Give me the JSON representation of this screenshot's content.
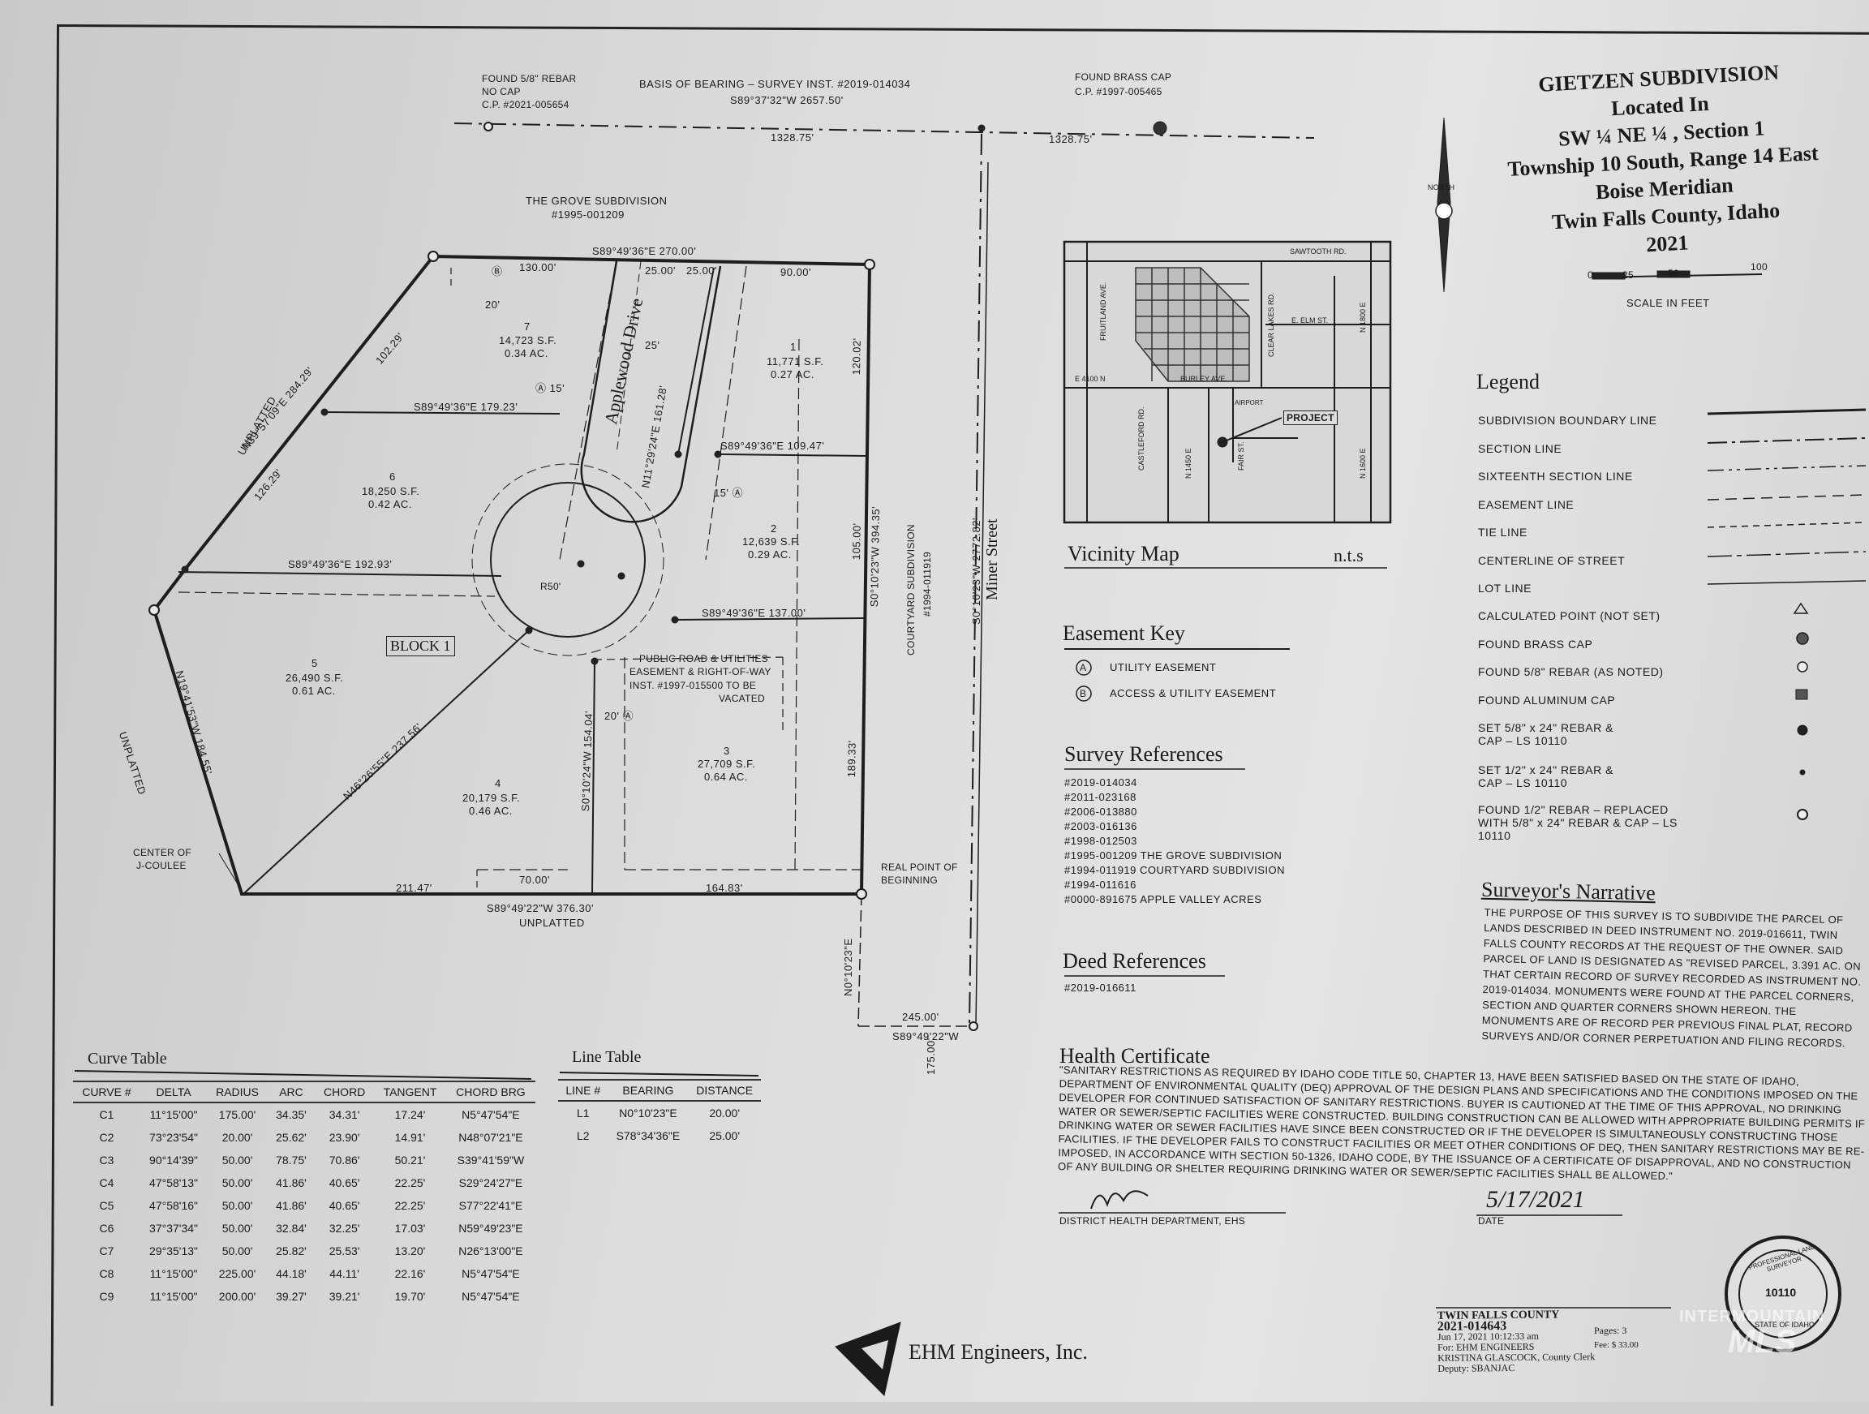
{
  "title": {
    "name": "GIETZEN SUBDIVISION",
    "located_in": "Located In",
    "location_line": "SW ¼ NE ¼ , Section 1",
    "township": "Township 10 South, Range 14 East",
    "meridian": "Boise Meridian",
    "county": "Twin Falls County, Idaho",
    "year": "2021"
  },
  "scale": {
    "label": "SCALE IN FEET",
    "ticks": [
      "0",
      "25",
      "50",
      "100"
    ]
  },
  "north_label": "NORTH",
  "plat_labels": {
    "found_rebar_top": "FOUND 5/8\" REBAR",
    "no_cap": "NO CAP",
    "cp_left": "C.P. #2021-005654",
    "basis_bearing": "BASIS OF BEARING – SURVEY INST. #2019-014034",
    "basis_value": "S89°37'32\"W  2657.50'",
    "found_brass_cap": "FOUND BRASS CAP",
    "cp_right": "C.P. #1997-005465",
    "dist_left": "1328.75'",
    "dist_right": "1328.75'",
    "grove_sub": "THE GROVE SUBDIVISION",
    "grove_inst": "#1995-001209",
    "top_bearing": "S89°49'36\"E 270.00'",
    "d130": "130.00'",
    "d25a": "25.00'",
    "d25b": "25.00'",
    "d90": "90.00'",
    "lot7": "7",
    "lot7_sf": "14,723 S.F.",
    "lot7_ac": "0.34 AC.",
    "lot1": "1",
    "lot1_sf": "11,771 S.F.",
    "lot1_ac": "0.27 AC.",
    "lot6": "6",
    "lot6_sf": "18,250 S.F.",
    "lot6_ac": "0.42 AC.",
    "lot2": "2",
    "lot2_sf": "12,639 S.F.",
    "lot2_ac": "0.29 AC.",
    "lot5": "5",
    "lot5_sf": "26,490 S.F.",
    "lot5_ac": "0.61 AC.",
    "lot4": "4",
    "lot4_sf": "20,179 S.F.",
    "lot4_ac": "0.46 AC.",
    "lot3": "3",
    "lot3_sf": "27,709 S.F.",
    "lot3_ac": "0.64 AC.",
    "block": "BLOCK 1",
    "street": "Applewood Drive",
    "street_bearing": "N11°29'24\"E 161.28'",
    "b179": "S89°49'36\"E 179.23'",
    "b109": "S89°49'36\"E 109.47'",
    "b192": "S89°49'36\"E 192.93'",
    "b137": "S89°49'36\"E 137.00'",
    "diag_top": "N39°57'09\"E 284.29'",
    "diag_top_a": "102.29'",
    "diag_top_b": "126.29'",
    "unplatted_left": "UNPLATTED",
    "unplatted_left2": "UNPLATTED",
    "unplatted_bottom": "UNPLATTED",
    "west_line": "N19°41'53\"W 184.55'",
    "lot45_line": "N46°26'55\"E 237.56'",
    "bottom_bearing": "S89°49'22\"W 376.30'",
    "d211": "211.47'",
    "d70": "70.00'",
    "d164": "164.83'",
    "lot34_line": "S0°10'24\"W 154.04'",
    "east_line": "S0°10'23\"W 394.35'",
    "d105": "105.00'",
    "d189": "189.33'",
    "d120": "120.02'",
    "courtyard": "COURTYARD SUBDIVISION",
    "courtyard_inst": "#1994-011919",
    "miner": "Miner Street",
    "miner_bearing": "S0°10'23\"W  2772.82'",
    "public_road": "PUBLIC ROAD & UTILITIES",
    "public_road2": "EASEMENT & RIGHT-OF-WAY",
    "public_road3": "INST. #1997-015500 TO BE",
    "public_road4": "VACATED",
    "r50": "R50'",
    "center_coulee": "CENTER OF",
    "center_coulee2": "J-COULEE",
    "real_pob": "REAL POINT OF",
    "real_pob2": "BEGINNING",
    "south_tie": "N0°10'23\"E",
    "south_tie_d": "175.00'",
    "d245": "245.00'",
    "b245": "S89°49'22\"W",
    "d15": "15'",
    "d20": "20'",
    "d25": "25'"
  },
  "vicinity": {
    "title": "Vicinity Map",
    "nts": "n.t.s",
    "project": "PROJECT",
    "roads": [
      "SAWTOOTH RD.",
      "E 4100 N",
      "BURLEY AVE.",
      "FRUITLAND AVE.",
      "CLEAR LAKES RD.",
      "E. ELM ST.",
      "CASTLEFORD RD.",
      "N 1450 E",
      "N 1800 E",
      "FAIR ST.",
      "N 1600 E",
      "AIRPORT"
    ]
  },
  "easement_key": {
    "title": "Easement Key",
    "items": [
      {
        "symbol": "A",
        "label": "UTILITY EASEMENT"
      },
      {
        "symbol": "B",
        "label": "ACCESS & UTILITY EASEMENT"
      }
    ]
  },
  "survey_refs": {
    "title": "Survey References",
    "items": [
      "#2019-014034",
      "#2011-023168",
      "#2006-013880",
      "#2003-016136",
      "#1998-012503",
      "#1995-001209 THE GROVE SUBDIVISION",
      "#1994-011919 COURTYARD SUBDIVISION",
      "#1994-011616",
      "#0000-891675 APPLE VALLEY ACRES"
    ]
  },
  "deed_refs": {
    "title": "Deed References",
    "items": [
      "#2019-016611"
    ]
  },
  "legend": {
    "title": "Legend",
    "items": [
      "SUBDIVISION BOUNDARY LINE",
      "SECTION LINE",
      "SIXTEENTH SECTION LINE",
      "EASEMENT LINE",
      "TIE LINE",
      "CENTERLINE OF STREET",
      "LOT LINE",
      "CALCULATED POINT (NOT SET)",
      "FOUND BRASS CAP",
      "FOUND 5/8\" REBAR (AS NOTED)",
      "FOUND ALUMINUM CAP",
      "SET 5/8\" x 24\" REBAR & CAP – LS 10110",
      "SET 1/2\" x 24\" REBAR & CAP – LS 10110",
      "FOUND 1/2\" REBAR – REPLACED WITH 5/8\" x 24\" REBAR & CAP – LS 10110"
    ]
  },
  "narrative": {
    "title": "Surveyor's Narrative",
    "text": "THE PURPOSE OF THIS SURVEY IS TO SUBDIVIDE THE PARCEL OF LANDS DESCRIBED IN DEED INSTRUMENT NO. 2019-016611, TWIN FALLS COUNTY RECORDS AT THE REQUEST OF THE OWNER. SAID PARCEL OF LAND IS DESIGNATED AS \"REVISED PARCEL, 3.391 AC. ON THAT CERTAIN RECORD OF SURVEY RECORDED AS INSTRUMENT NO. 2019-014034. MONUMENTS WERE FOUND AT THE PARCEL CORNERS, SECTION AND QUARTER CORNERS SHOWN HEREON. THE MONUMENTS ARE OF RECORD PER PREVIOUS FINAL PLAT, RECORD SURVEYS AND/OR CORNER PERPETUATION AND FILING RECORDS."
  },
  "health": {
    "title": "Health Certificate",
    "text": "\"SANITARY RESTRICTIONS AS REQUIRED BY IDAHO CODE TITLE 50, CHAPTER 13, HAVE BEEN SATISFIED BASED ON THE STATE OF IDAHO, DEPARTMENT OF ENVIRONMENTAL QUALITY (DEQ) APPROVAL OF THE DESIGN PLANS AND SPECIFICATIONS AND THE CONDITIONS IMPOSED ON THE DEVELOPER FOR CONTINUED SATISFACTION OF SANITARY RESTRICTIONS. BUYER IS CAUTIONED AT THE TIME OF THIS APPROVAL, NO DRINKING WATER OR SEWER/SEPTIC FACILITIES WERE CONSTRUCTED. BUILDING CONSTRUCTION CAN BE ALLOWED WITH APPROPRIATE BUILDING PERMITS IF DRINKING WATER OR SEWER FACILITIES HAVE SINCE BEEN CONSTRUCTED OR IF THE DEVELOPER IS SIMULTANEOUSLY CONSTRUCTING THOSE FACILITIES. IF THE DEVELOPER FAILS TO CONSTRUCT FACILITIES OR MEET OTHER CONDITIONS OF DEQ, THEN SANITARY RESTRICTIONS MAY BE RE-IMPOSED, IN ACCORDANCE WITH SECTION 50-1326, IDAHO CODE, BY THE ISSUANCE OF A CERTIFICATE OF DISAPPROVAL, AND NO CONSTRUCTION OF ANY BUILDING OR SHELTER REQUIRING DRINKING WATER OR SEWER/SEPTIC FACILITIES SHALL BE ALLOWED.\"",
    "dept_label": "DISTRICT HEALTH DEPARTMENT, EHS",
    "date_label": "DATE",
    "date_value": "5/17/2021"
  },
  "curve_table": {
    "title": "Curve Table",
    "headers": [
      "CURVE #",
      "DELTA",
      "RADIUS",
      "ARC",
      "CHORD",
      "TANGENT",
      "CHORD BRG"
    ],
    "rows": [
      [
        "C1",
        "11°15'00\"",
        "175.00'",
        "34.35'",
        "34.31'",
        "17.24'",
        "N5°47'54\"E"
      ],
      [
        "C2",
        "73°23'54\"",
        "20.00'",
        "25.62'",
        "23.90'",
        "14.91'",
        "N48°07'21\"E"
      ],
      [
        "C3",
        "90°14'39\"",
        "50.00'",
        "78.75'",
        "70.86'",
        "50.21'",
        "S39°41'59\"W"
      ],
      [
        "C4",
        "47°58'13\"",
        "50.00'",
        "41.86'",
        "40.65'",
        "22.25'",
        "S29°24'27\"E"
      ],
      [
        "C5",
        "47°58'16\"",
        "50.00'",
        "41.86'",
        "40.65'",
        "22.25'",
        "S77°22'41\"E"
      ],
      [
        "C6",
        "37°37'34\"",
        "50.00'",
        "32.84'",
        "32.25'",
        "17.03'",
        "N59°49'23\"E"
      ],
      [
        "C7",
        "29°35'13\"",
        "50.00'",
        "25.82'",
        "25.53'",
        "13.20'",
        "N26°13'00\"E"
      ],
      [
        "C8",
        "11°15'00\"",
        "225.00'",
        "44.18'",
        "44.11'",
        "22.16'",
        "N5°47'54\"E"
      ],
      [
        "C9",
        "11°15'00\"",
        "200.00'",
        "39.27'",
        "39.21'",
        "19.70'",
        "N5°47'54\"E"
      ]
    ]
  },
  "line_table": {
    "title": "Line Table",
    "headers": [
      "LINE #",
      "BEARING",
      "DISTANCE"
    ],
    "rows": [
      [
        "L1",
        "N0°10'23\"E",
        "20.00'"
      ],
      [
        "L2",
        "S78°34'36\"E",
        "25.00'"
      ]
    ]
  },
  "firm": "EHM Engineers, Inc.",
  "recording": {
    "county": "TWIN FALLS COUNTY",
    "instrument": "2021-014643",
    "date": "Jun 17, 2021  10:12:33 am",
    "pages_label": "Pages:",
    "pages": "3",
    "fee": "Fee: $ 33.00",
    "for": "For: EHM ENGINEERS",
    "clerk": "KRISTINA GLASCOCK, County Clerk",
    "deputy": "Deputy: SBANJAC"
  },
  "seal": {
    "top": "PROFESSIONAL LAND SURVEYOR",
    "number": "10110",
    "bottom": "STATE OF IDAHO"
  },
  "watermark": {
    "line1": "INTERMOUNTAIN",
    "line2": "MLS"
  }
}
